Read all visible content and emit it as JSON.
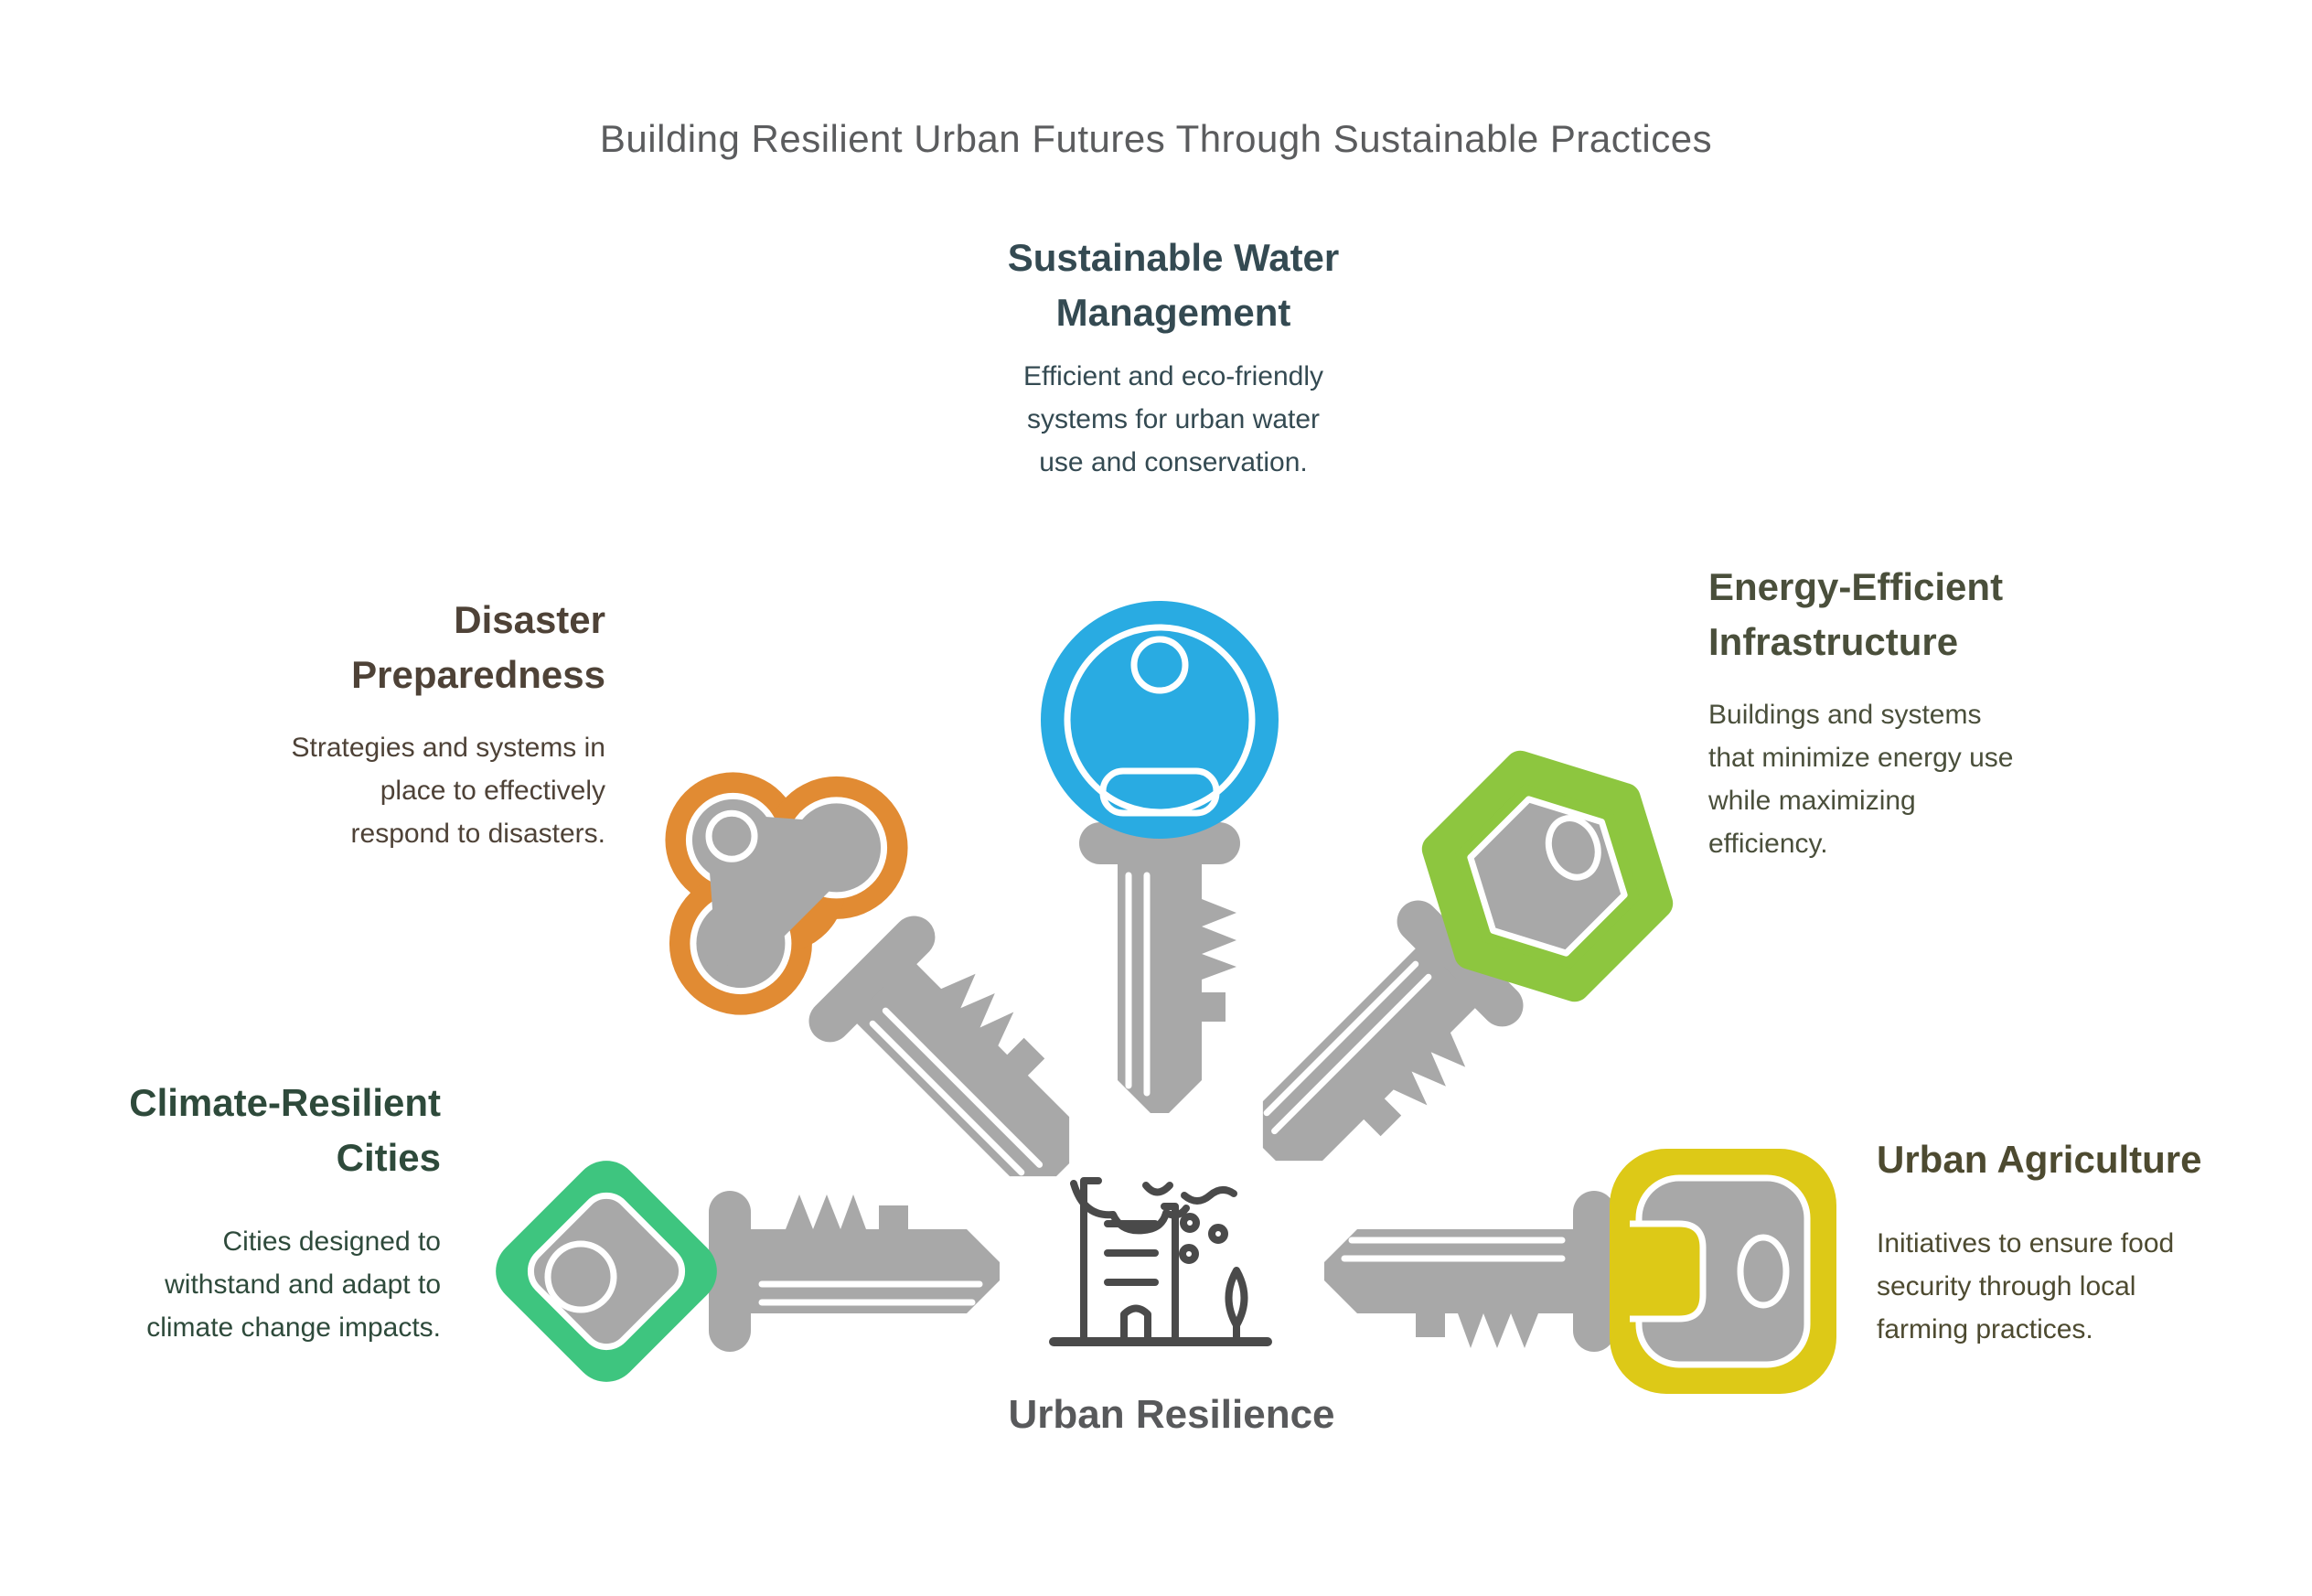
{
  "title": "Building Resilient Urban Futures Through Sustainable Practices",
  "center": {
    "label": "Urban Resilience"
  },
  "sections": {
    "water": {
      "heading": "Sustainable Water Management",
      "description": "Efficient and eco-friendly systems for urban water use and conservation.",
      "text_color": "#344a52",
      "key_color": "#29abe2"
    },
    "disaster": {
      "heading": "Disaster Preparedness",
      "description": "Strategies and systems in place to effectively respond to disasters.",
      "text_color": "#4e4237",
      "key_color": "#e18b33"
    },
    "energy": {
      "heading": "Energy-Efficient Infrastructure",
      "description": "Buildings and systems that minimize energy use while maximizing efficiency.",
      "text_color": "#4a4f3b",
      "key_color": "#8dc63f"
    },
    "climate": {
      "heading": "Climate-Resilient Cities",
      "description": "Cities designed to withstand and adapt to climate change impacts.",
      "text_color": "#2e4a3b",
      "key_color": "#3ec57f"
    },
    "agriculture": {
      "heading": "Urban Agriculture",
      "description": "Initiatives to ensure food security through local farming practices.",
      "text_color": "#4d4a30",
      "key_color": "#ddc917"
    }
  },
  "colors": {
    "key_gray": "#a8a8a8",
    "key_outline_white": "#ffffff",
    "icon_stroke": "#4a4a4a",
    "title_text": "#5b5c5e",
    "center_label_text": "#58595b"
  }
}
